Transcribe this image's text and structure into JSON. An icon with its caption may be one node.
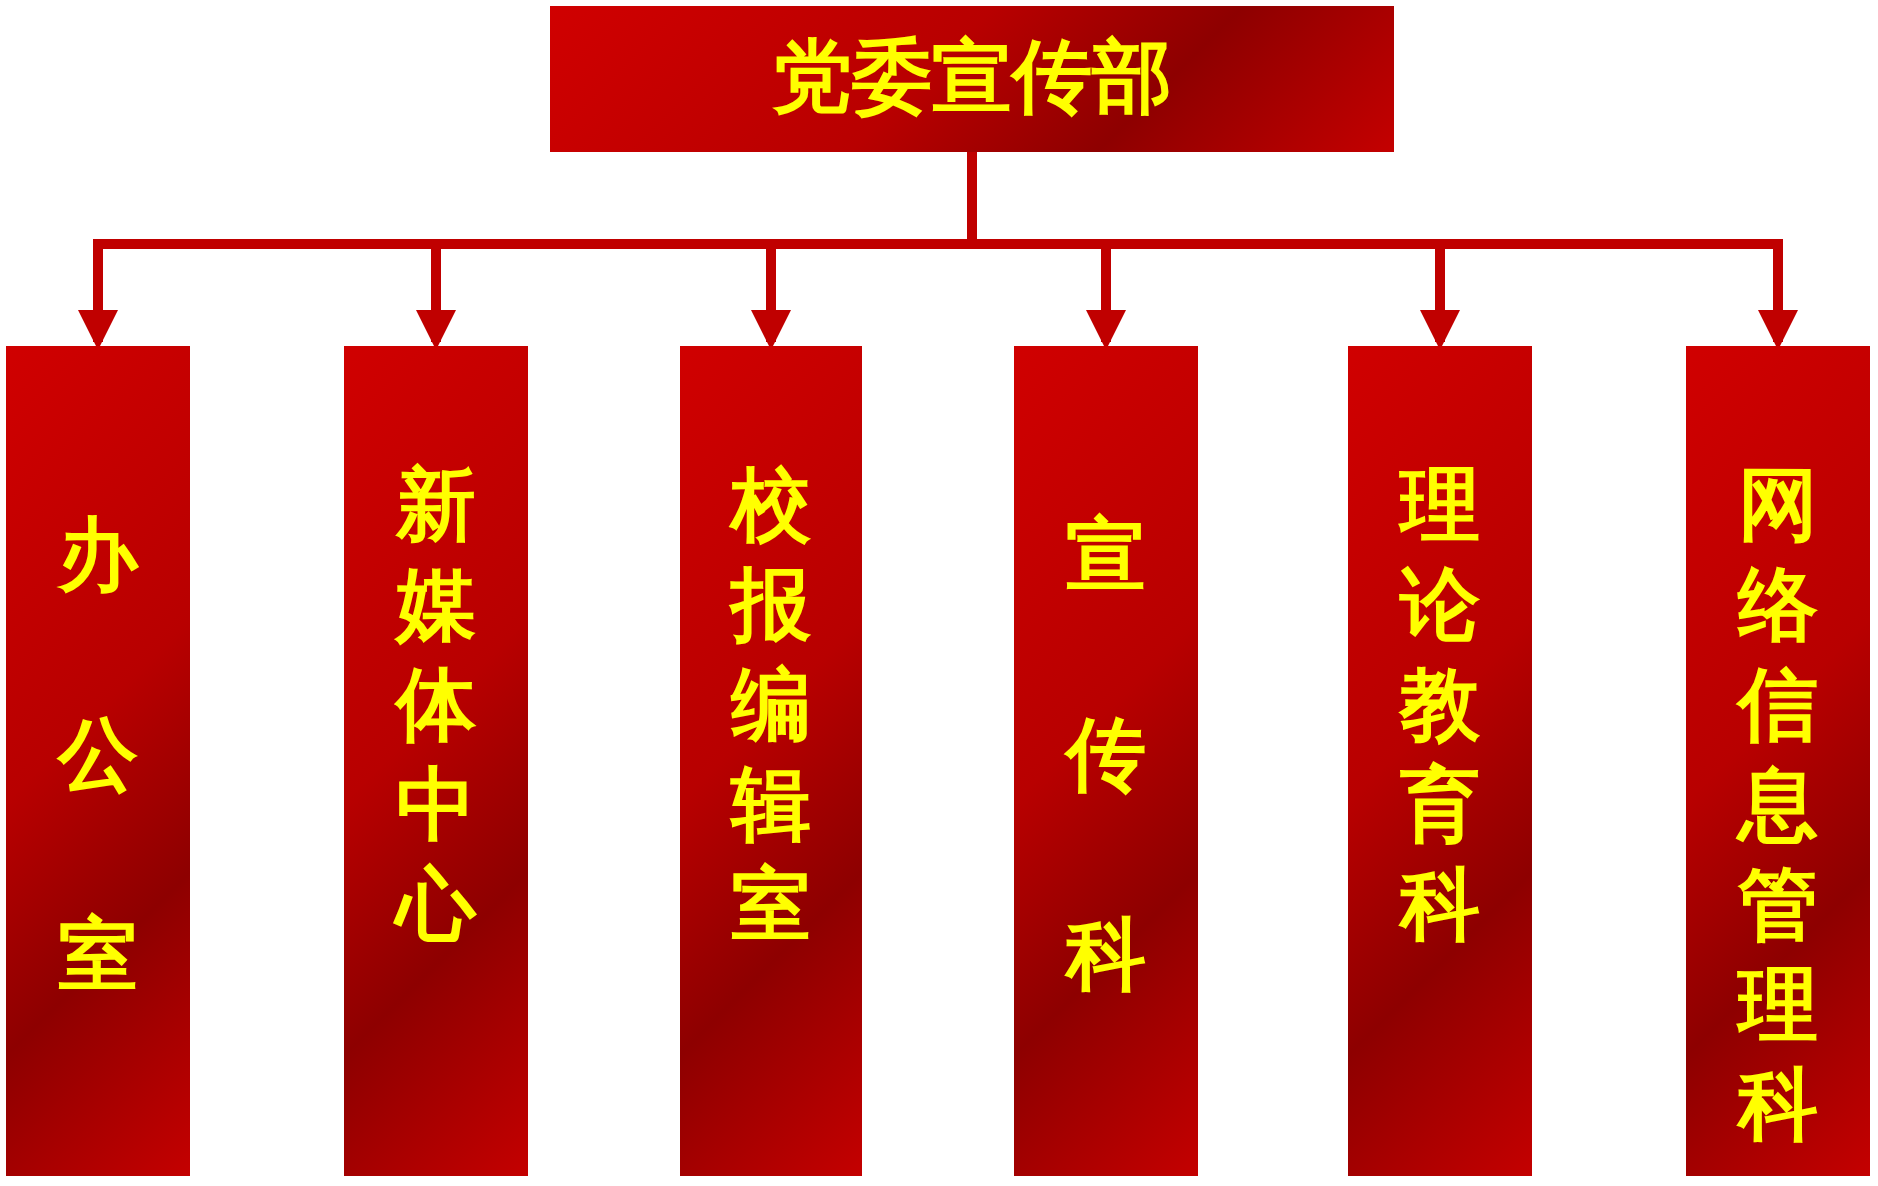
{
  "diagram": {
    "nodes": [
      {
        "text": [
          "党委宣传部"
        ]
      },
      {
        "text": [
          "办公室"
        ]
      },
      {
        "text": [
          "新媒体中心"
        ]
      },
      {
        "text": [
          "校报编辑室"
        ]
      },
      {
        "text": [
          "宣传科"
        ]
      },
      {
        "text": [
          "理论教育科"
        ]
      },
      {
        "text": [
          "网络信息管理科"
        ]
      }
    ],
    "edges": [
      {
        "from": 0,
        "to": 1,
        "arrow": "to"
      },
      {
        "from": 0,
        "to": 2,
        "arrow": "to"
      },
      {
        "from": 0,
        "to": 3,
        "arrow": "to"
      },
      {
        "from": 0,
        "to": 4,
        "arrow": "to"
      },
      {
        "from": 0,
        "to": 5,
        "arrow": "to"
      },
      {
        "from": 0,
        "to": 6,
        "arrow": "to"
      }
    ]
  }
}
